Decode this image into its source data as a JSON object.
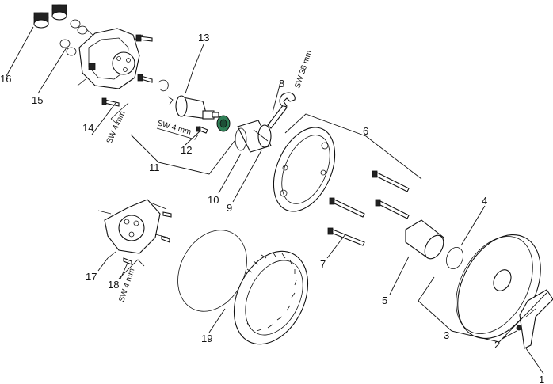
{
  "labels": {
    "p1": "1",
    "p2": "2",
    "p3": "3",
    "p4": "4",
    "p5": "5",
    "p6": "6",
    "p7": "7",
    "p8": "8",
    "p9": "9",
    "p10": "10",
    "p11": "11",
    "p12": "12",
    "p13": "13",
    "p14": "14",
    "p15": "15",
    "p16": "16",
    "p17": "17",
    "p18": "18",
    "p19": "19"
  },
  "tool_labels": {
    "wrench": "SW 38 mm",
    "hex_key_14": "SW 4 mm",
    "hex_key_11": "SW 4 mm",
    "hex_key_18": "SW 4 mm"
  },
  "colors": {
    "line": "#111111",
    "cartridge_nut": "#2f7f56"
  }
}
